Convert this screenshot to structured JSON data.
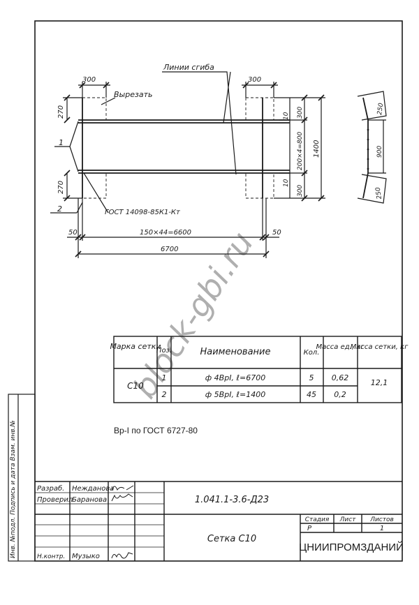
{
  "drawing": {
    "bend_lines_label": "Линии сгиба",
    "cut_label": "Вырезать",
    "weld_label": "ГОСТ 14098-85К1-Кт",
    "pos_1": "1",
    "pos_2": "2",
    "dims": {
      "top_left_300": "300",
      "top_right_300": "300",
      "left_270_top": "270",
      "left_270_bottom": "270",
      "right_10_top": "10",
      "right_10_bottom": "10",
      "right_300_top": "300",
      "right_300_bottom": "300",
      "right_200x4": "200×4=800",
      "right_1400": "1400",
      "bottom_50_left": "50",
      "bottom_50_right": "50",
      "pitch_150x44": "150×44=6600",
      "total_6700": "6700"
    },
    "side_view": {
      "top": "250",
      "middle": "900",
      "bottom": "250"
    }
  },
  "spec_table": {
    "headers": {
      "mark": "Марка сетки",
      "pos": "Поз.",
      "name": "Наименование",
      "qty": "Кол.",
      "unit_mass": "Масса ед., кг",
      "mesh_mass": "Масса сетки, кг"
    },
    "mark": "С10",
    "total_mass": "12,1",
    "rows": [
      {
        "pos": "1",
        "name": "ф 4ВрI, ℓ=6700",
        "qty": "5",
        "unit_mass": "0,62"
      },
      {
        "pos": "2",
        "name": "ф 5ВрI, ℓ=1400",
        "qty": "45",
        "unit_mass": "0,2"
      }
    ]
  },
  "note": "Вр-I по ГОСТ 6727-80",
  "watermark": "block-gbi.ru",
  "side_stamp": "Инв. №подл. Подпись и дата Взам. инв.№",
  "title_block": {
    "designation": "1.041.1-3.6-Д23",
    "title": "Сетка С10",
    "org": "ЦНИИПРОМЗДАНИЙ",
    "stage_h": "Стадия",
    "sheet_h": "Лист",
    "sheets_h": "Листов",
    "stage": "Р",
    "sheets": "1",
    "roles": [
      {
        "role": "Разраб.",
        "name": "Нежданова"
      },
      {
        "role": "Проверил",
        "name": "Баранова"
      },
      {
        "role": "Н.контр.",
        "name": "Музыко"
      }
    ]
  }
}
